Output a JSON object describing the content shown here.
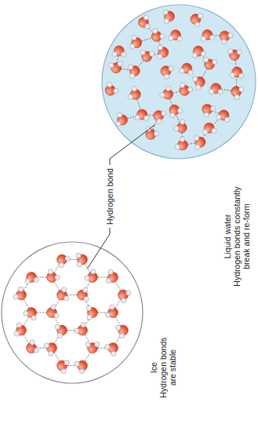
{
  "diagram": {
    "nodes": [
      {
        "text": [
          "Ice",
          "Hydrogen bonds are stable"
        ]
      },
      {
        "text": [
          "Liquid water",
          "Hydrogen bonds constantly break and re-form"
        ]
      }
    ],
    "labels": [
      "Hydrogen bond"
    ]
  }
}
